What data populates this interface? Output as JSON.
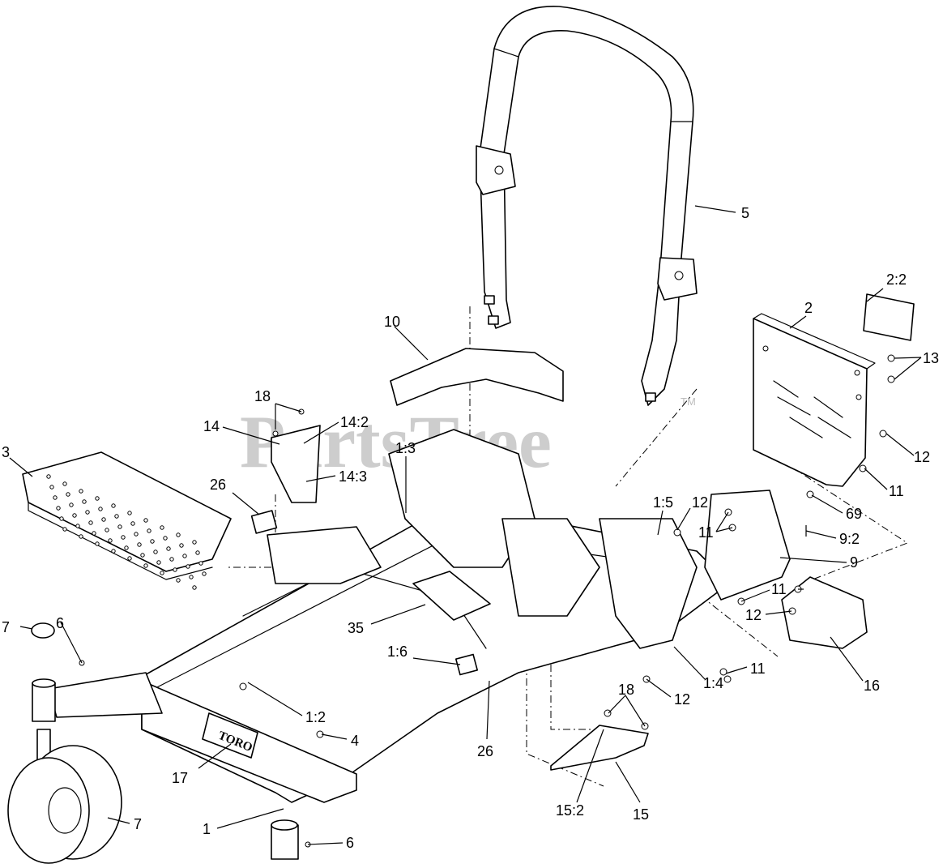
{
  "watermark": {
    "text": "PartsTree",
    "tm": "TM"
  },
  "brand_logo": "TORO",
  "callouts": [
    {
      "id": "c-5",
      "text": "5"
    },
    {
      "id": "c-2-2",
      "text": "2:2"
    },
    {
      "id": "c-2",
      "text": "2"
    },
    {
      "id": "c-13",
      "text": "13"
    },
    {
      "id": "c-10",
      "text": "10"
    },
    {
      "id": "c-18-top",
      "text": "18"
    },
    {
      "id": "c-14",
      "text": "14"
    },
    {
      "id": "c-14-2",
      "text": "14:2"
    },
    {
      "id": "c-14-3",
      "text": "14:3"
    },
    {
      "id": "c-3",
      "text": "3"
    },
    {
      "id": "c-26-left",
      "text": "26"
    },
    {
      "id": "c-1-3",
      "text": "1:3"
    },
    {
      "id": "c-12-right",
      "text": "12"
    },
    {
      "id": "c-11-right",
      "text": "11"
    },
    {
      "id": "c-1-5",
      "text": "1:5"
    },
    {
      "id": "c-12-mid",
      "text": "12"
    },
    {
      "id": "c-69",
      "text": "69"
    },
    {
      "id": "c-11-mid",
      "text": "11"
    },
    {
      "id": "c-9-2",
      "text": "9:2"
    },
    {
      "id": "c-9",
      "text": "9"
    },
    {
      "id": "c-11-lower",
      "text": "11"
    },
    {
      "id": "c-12-lower",
      "text": "12"
    },
    {
      "id": "c-35",
      "text": "35"
    },
    {
      "id": "c-6-top",
      "text": "6"
    },
    {
      "id": "c-7-top",
      "text": "7"
    },
    {
      "id": "c-1-6",
      "text": "1:6"
    },
    {
      "id": "c-11-bottom",
      "text": "11"
    },
    {
      "id": "c-1-4",
      "text": "1:4"
    },
    {
      "id": "c-16",
      "text": "16"
    },
    {
      "id": "c-12-bottom",
      "text": "12"
    },
    {
      "id": "c-18-bottom",
      "text": "18"
    },
    {
      "id": "c-1-2",
      "text": "1:2"
    },
    {
      "id": "c-4",
      "text": "4"
    },
    {
      "id": "c-26-bottom",
      "text": "26"
    },
    {
      "id": "c-17",
      "text": "17"
    },
    {
      "id": "c-15-2",
      "text": "15:2"
    },
    {
      "id": "c-15",
      "text": "15"
    },
    {
      "id": "c-7-bottom",
      "text": "7"
    },
    {
      "id": "c-1",
      "text": "1"
    },
    {
      "id": "c-6-bottom",
      "text": "6"
    }
  ]
}
